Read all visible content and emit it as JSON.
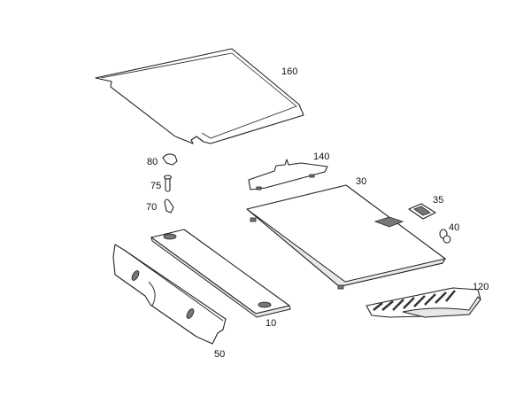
{
  "diagram": {
    "type": "exploded parts diagram",
    "labels": {
      "p160": "160",
      "p80": "80",
      "p75": "75",
      "p70": "70",
      "p140": "140",
      "p30": "30",
      "p35": "35",
      "p40": "40",
      "p120": "120",
      "p10": "10",
      "p50": "50"
    }
  }
}
